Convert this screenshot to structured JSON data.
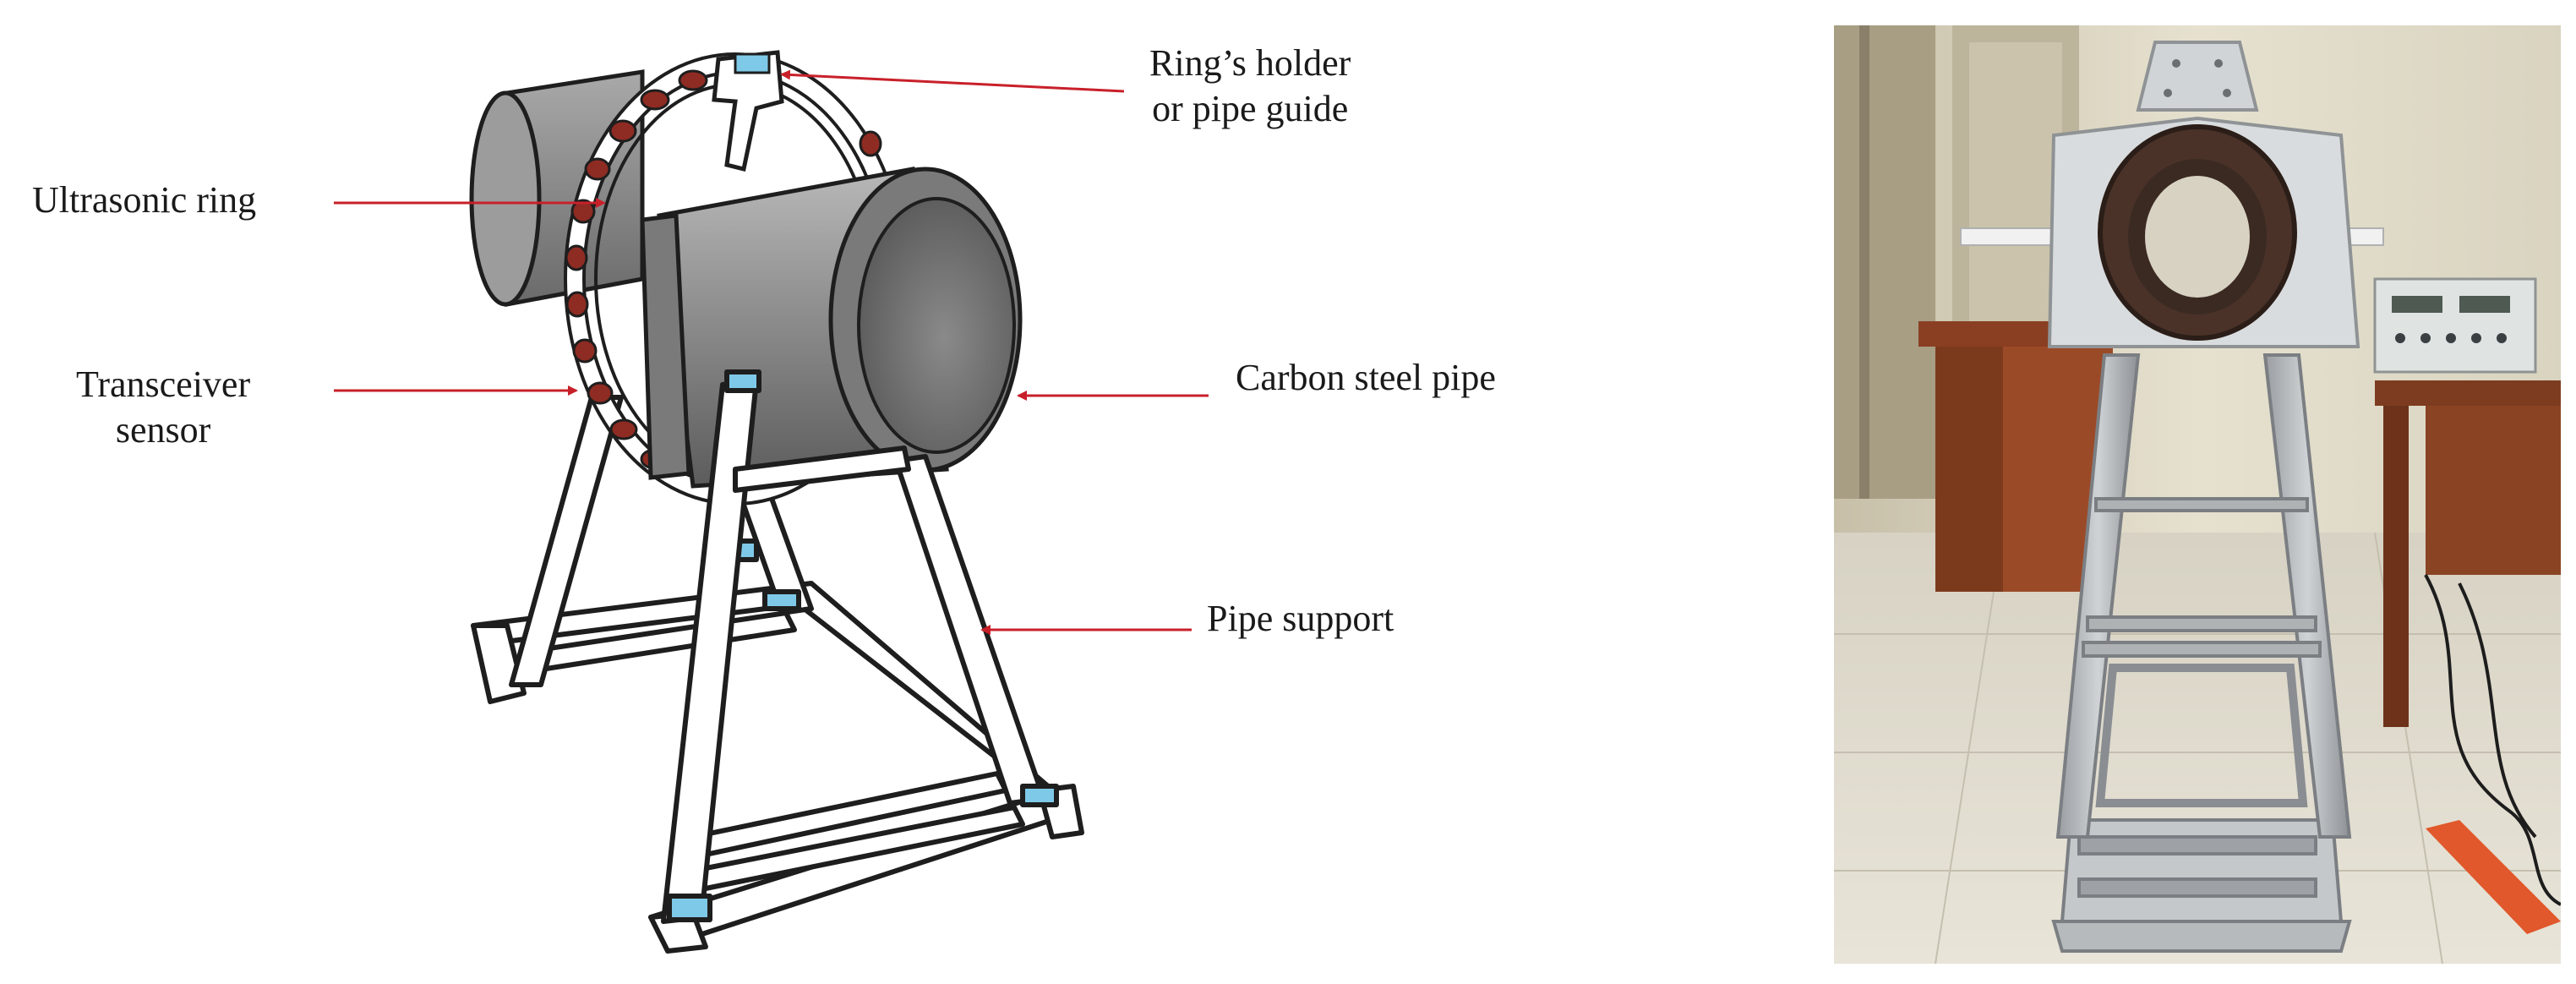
{
  "labels": {
    "ring_holder_line1": "Ring’s holder",
    "ring_holder_line2": "or pipe guide",
    "ultrasonic_ring": "Ultrasonic ring",
    "transceiver_line1": "Transceiver",
    "transceiver_line2": "sensor",
    "carbon_steel_pipe": "Carbon steel pipe",
    "pipe_support": "Pipe support"
  },
  "colors": {
    "arrow": "#c8202a",
    "ring_pad": "#8e2b22",
    "pipe_body": "#8a8a8a",
    "frame": "#ffffff",
    "frame_outline": "#1e1e1e",
    "accent_blue": "#7fc9e8"
  }
}
